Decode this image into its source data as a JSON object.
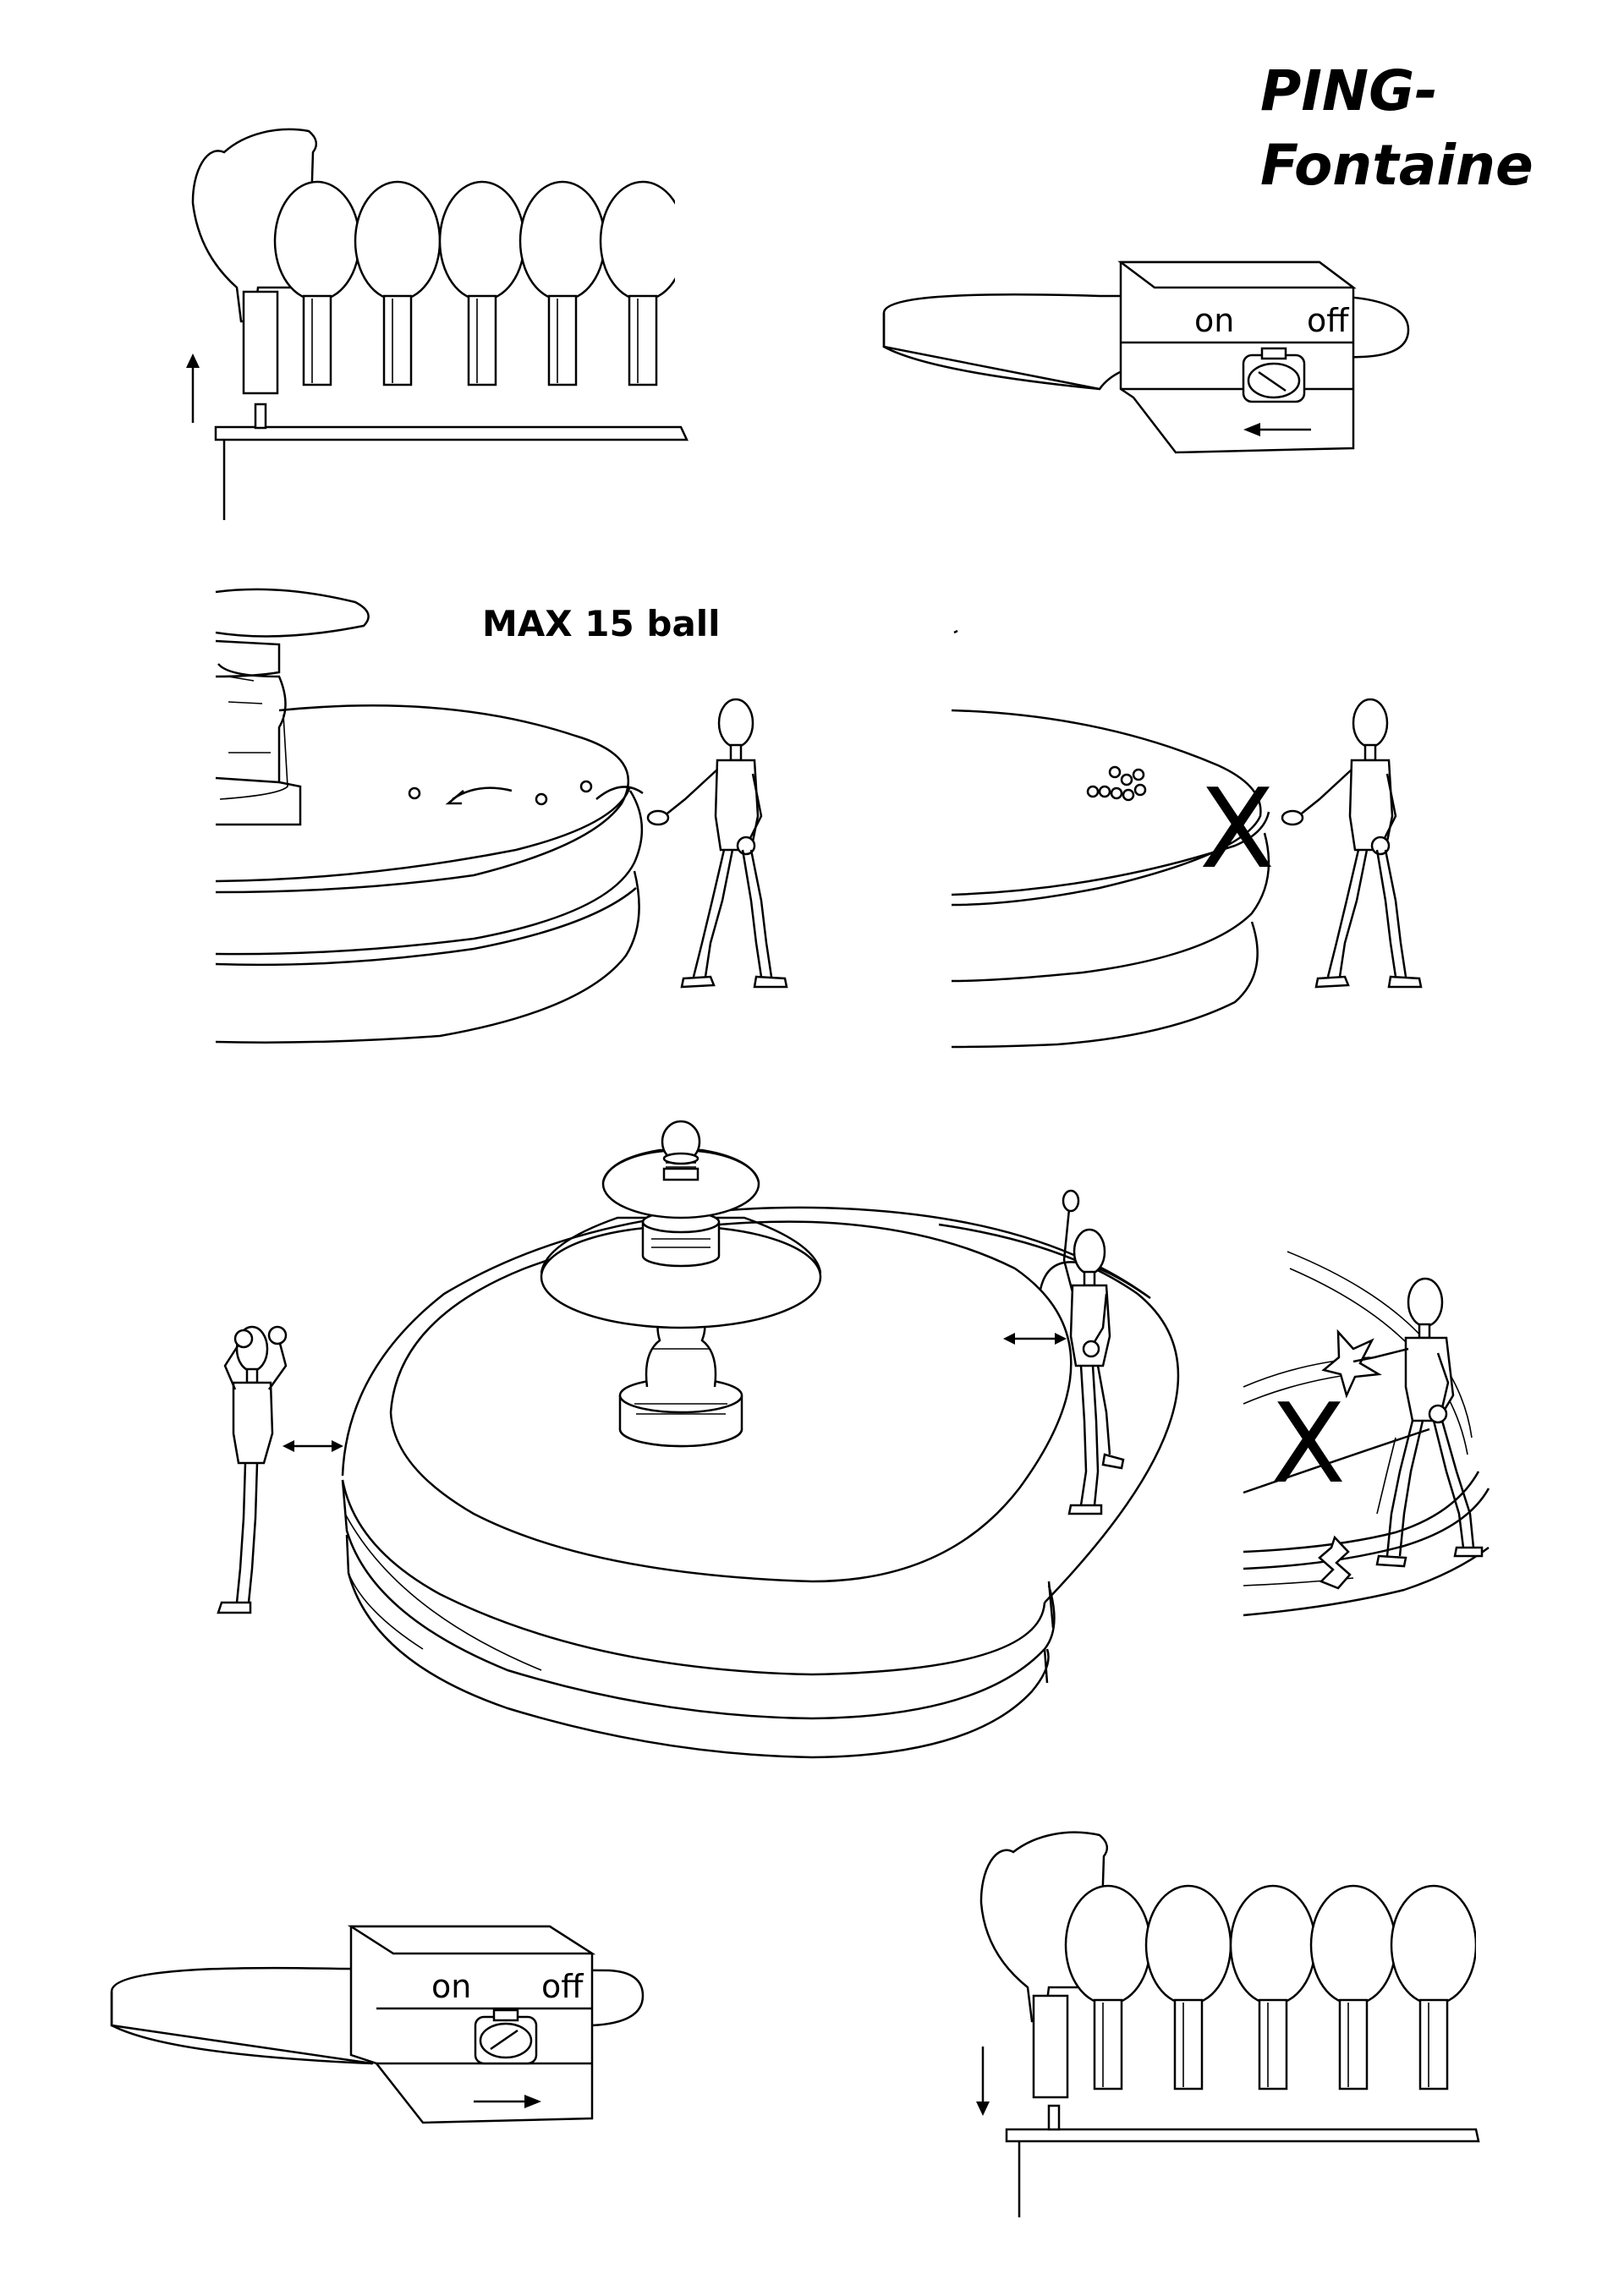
{
  "title": {
    "line1": "PING-",
    "line2": "Fontaine"
  },
  "switch_top": {
    "on_label": "on",
    "off_label": "off"
  },
  "switch_bottom": {
    "on_label": "on",
    "off_label": "off"
  },
  "max_note": "MAX 15 ball",
  "prohibited_mark": "X",
  "colors": {
    "ink": "#000000",
    "paper": "#ffffff"
  },
  "icons": [
    "up-arrow-icon",
    "left-arrow-icon",
    "right-arrow-icon",
    "down-arrow-icon",
    "double-arrow-icon",
    "impact-star-icon"
  ]
}
